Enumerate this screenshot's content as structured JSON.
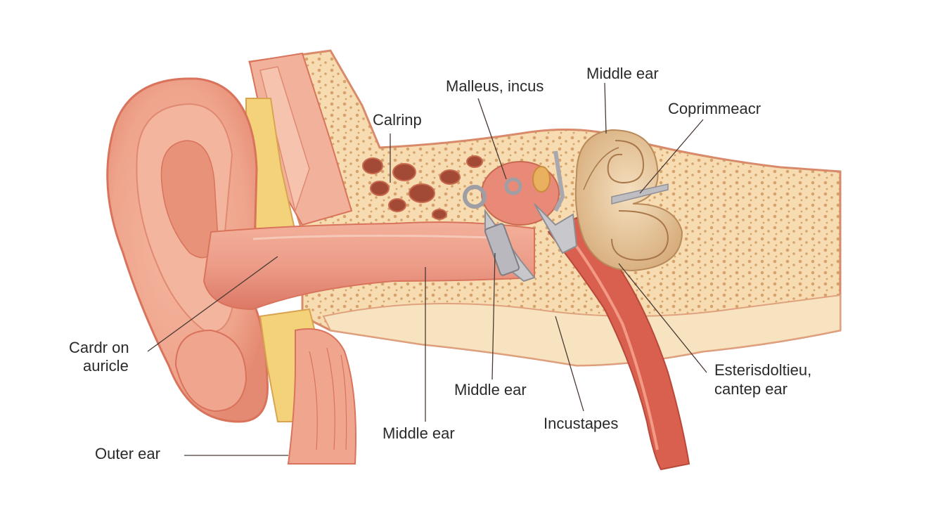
{
  "labels": {
    "malleus_incus": "Malleus, incus",
    "middle_ear_top": "Middle ear",
    "calrinp": "Calrinp",
    "coprimmeacr": "Coprimmeacr",
    "cardron_line1": "Cardr on",
    "cardron_line2": "auricle",
    "middle_ear_center": "Middle ear",
    "esterisdoltieu_line1": "Esterisdoltieu,",
    "esterisdoltieu_line2": "cantep ear",
    "incustapes": "Incustapes",
    "middle_ear_bottom": "Middle ear",
    "outer_ear": "Outer ear"
  },
  "colors": {
    "skin": "#f0a58e",
    "skin_dark": "#d9735c",
    "skin_light": "#f8c8b4",
    "canal": "#e8897a",
    "bone": "#f6dcb0",
    "bone_dot": "#d7a36c",
    "bone_border": "#d88a6a",
    "cartilage": "#f3d27a",
    "cochlea": "#e9c79a",
    "ossicle": "#c8c8cc",
    "tube": "#d9604f",
    "leader": "#4a3a34"
  }
}
